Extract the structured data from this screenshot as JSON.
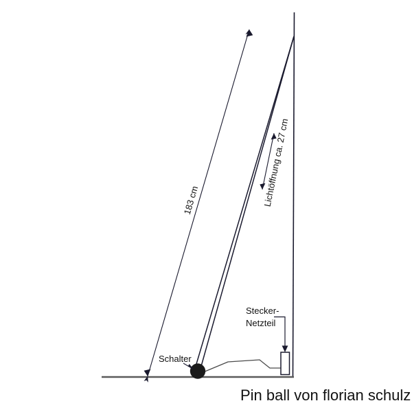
{
  "document": {
    "type": "technical-drawing",
    "background_color": "#ffffff",
    "line_color": "#1a1a2e",
    "ground_color": "#555555",
    "ball_color": "#1a1a1a",
    "caption": "Pin ball von florian schulz"
  },
  "labels": {
    "height_dimension": "183 cm",
    "aperture_dimension": "Lichtöffnung ca. 27 cm",
    "switch": "Schalter",
    "power_supply_line1": "Stecker-",
    "power_supply_line2": "Netzteil"
  },
  "parts": {
    "wall": "wall",
    "floor": "floor",
    "tube": "light-tube",
    "ball": "ball-switch",
    "cable": "power-cable",
    "power_supply_box": "power-supply-box"
  },
  "measurements": {
    "height_cm": 183,
    "aperture_cm": 27,
    "aperture_prefix": "ca."
  }
}
